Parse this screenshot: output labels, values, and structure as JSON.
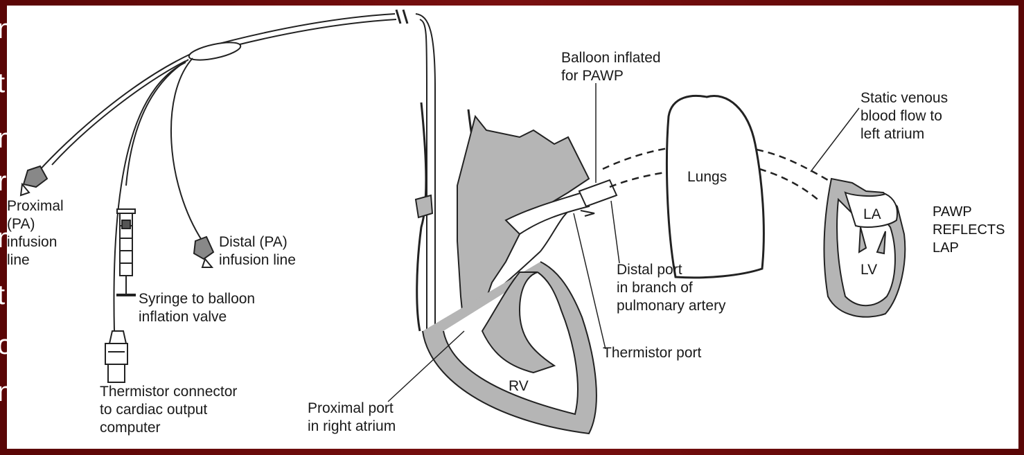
{
  "background_text": [
    "n",
    "t",
    "n",
    "r",
    "n",
    "t",
    "o",
    "n"
  ],
  "labels": {
    "balloon_inflated": [
      "Balloon inflated",
      "for PAWP"
    ],
    "static_venous": [
      "Static venous",
      "blood flow to",
      "left atrium"
    ],
    "lungs": "Lungs",
    "la": "LA",
    "lv": "LV",
    "rv": "RV",
    "pawp_reflects": [
      "PAWP",
      "REFLECTS",
      "LAP"
    ],
    "proximal_infusion": [
      "Proximal",
      "(PA)",
      "infusion",
      "line"
    ],
    "distal_infusion": [
      "Distal (PA)",
      "infusion line"
    ],
    "syringe": [
      "Syringe to balloon",
      "inflation valve"
    ],
    "distal_port": [
      "Distal port",
      "in branch of",
      "pulmonary artery"
    ],
    "thermistor_port": "Thermistor port",
    "thermistor_connector": [
      "Thermistor connector",
      "to cardiac output",
      "computer"
    ],
    "proximal_port": [
      "Proximal port",
      "in right atrium"
    ]
  },
  "colors": {
    "slide_background": "#6b0a0a",
    "panel": "#ffffff",
    "heart_fill": "#b5b5b5",
    "line": "#222222"
  }
}
